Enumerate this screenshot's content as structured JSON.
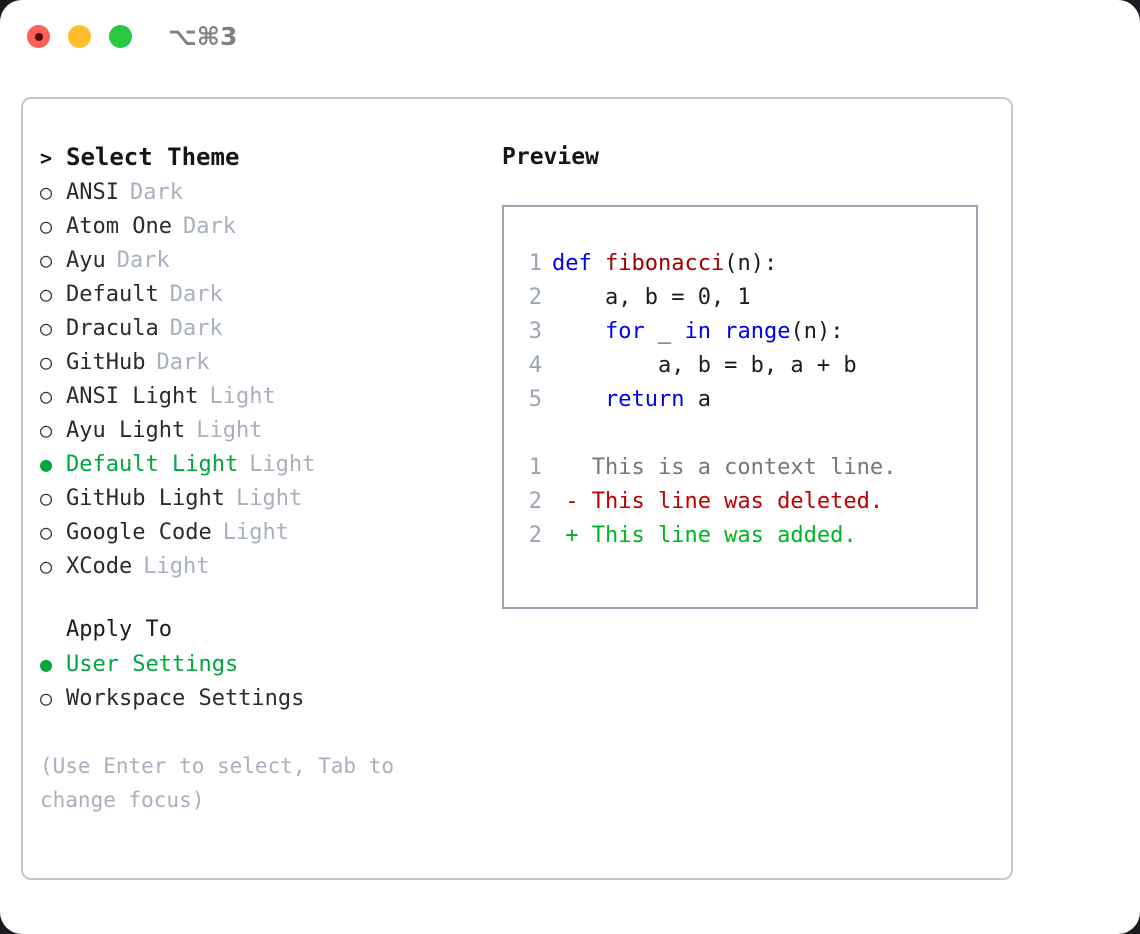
{
  "titlebar": {
    "shortcut": "⌥⌘3",
    "buttons": [
      {
        "name": "close",
        "color": "#ff5f57"
      },
      {
        "name": "minimize",
        "color": "#ffbd2e"
      },
      {
        "name": "maximize",
        "color": "#28c840"
      }
    ]
  },
  "theme_picker": {
    "heading_marker": ">",
    "heading": "Select Theme",
    "marker_unselected": "○",
    "marker_selected": "●",
    "items": [
      {
        "name": "ANSI",
        "kind": "Dark",
        "selected": false
      },
      {
        "name": "Atom One",
        "kind": "Dark",
        "selected": false
      },
      {
        "name": "Ayu",
        "kind": "Dark",
        "selected": false
      },
      {
        "name": "Default",
        "kind": "Dark",
        "selected": false
      },
      {
        "name": "Dracula",
        "kind": "Dark",
        "selected": false
      },
      {
        "name": "GitHub",
        "kind": "Dark",
        "selected": false
      },
      {
        "name": "ANSI Light",
        "kind": "Light",
        "selected": false
      },
      {
        "name": "Ayu Light",
        "kind": "Light",
        "selected": false
      },
      {
        "name": "Default Light",
        "kind": "Light",
        "selected": true
      },
      {
        "name": "GitHub Light",
        "kind": "Light",
        "selected": false
      },
      {
        "name": "Google Code",
        "kind": "Light",
        "selected": false
      },
      {
        "name": "XCode",
        "kind": "Light",
        "selected": false
      }
    ]
  },
  "apply_to": {
    "label": "Apply To",
    "options": [
      {
        "label": "User Settings",
        "selected": true
      },
      {
        "label": "Workspace Settings",
        "selected": false
      }
    ]
  },
  "hint": "(Use Enter to select, Tab to change focus)",
  "preview": {
    "title": "Preview",
    "code": [
      {
        "num": "1",
        "tokens": [
          {
            "t": "def ",
            "c": "kw"
          },
          {
            "t": "fibonacci",
            "c": "fn"
          },
          {
            "t": "(n):",
            "c": "pl"
          }
        ]
      },
      {
        "num": "2",
        "tokens": [
          {
            "t": "    a, b = 0, 1",
            "c": "pl"
          }
        ]
      },
      {
        "num": "3",
        "tokens": [
          {
            "t": "    ",
            "c": "pl"
          },
          {
            "t": "for",
            "c": "kw"
          },
          {
            "t": " _ ",
            "c": "pl"
          },
          {
            "t": "in",
            "c": "kw"
          },
          {
            "t": " ",
            "c": "pl"
          },
          {
            "t": "range",
            "c": "kw"
          },
          {
            "t": "(n):",
            "c": "pl"
          }
        ]
      },
      {
        "num": "4",
        "tokens": [
          {
            "t": "        a, b = b, a + b",
            "c": "pl"
          }
        ]
      },
      {
        "num": "5",
        "tokens": [
          {
            "t": "    ",
            "c": "pl"
          },
          {
            "t": "return",
            "c": "kw"
          },
          {
            "t": " a",
            "c": "pl"
          }
        ]
      }
    ],
    "diff": [
      {
        "num": "1",
        "text": "   This is a context line.",
        "c": "ctx"
      },
      {
        "num": "2",
        "text": " - This line was deleted.",
        "c": "del"
      },
      {
        "num": "2",
        "text": " + This line was added.",
        "c": "add"
      }
    ]
  },
  "colors": {
    "accent_green": "#00a63e",
    "muted_gray": "#a8b0bd",
    "keyword_blue": "#0000ee",
    "function_red": "#a00000",
    "diff_deleted": "#c00000",
    "diff_added": "#00b422",
    "panel_border": "#c3c8d0",
    "preview_border": "#98a3b3"
  }
}
